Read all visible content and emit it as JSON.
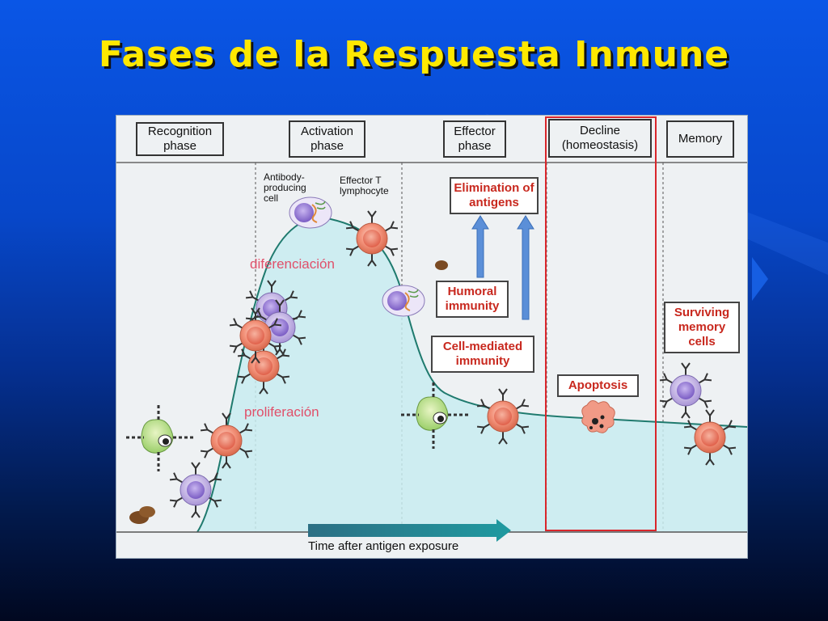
{
  "slide": {
    "title": "Fases de la Respuesta Inmune"
  },
  "phases": {
    "recognition": "Recognition phase",
    "activation": "Activation phase",
    "effector": "Effector phase",
    "decline": "Decline (homeostasis)",
    "memory": "Memory"
  },
  "labels": {
    "antibody_producing": "Antibody-producing cell",
    "effector_t": "Effector T lymphocyte",
    "diferenciacion": "diferenciación",
    "proliferacion": "proliferación",
    "elimination": "Elimination of antigens",
    "humoral": "Humoral immunity",
    "cell_mediated": "Cell-mediated immunity",
    "apoptosis": "Apoptosis",
    "surviving": "Surviving memory cells",
    "x_axis": "Time after antigen exposure"
  },
  "colors": {
    "title": "#ffe800",
    "curve_fill": "#c8ecf0",
    "curve_line": "#1f7a6e",
    "t_cell": "#f08a70",
    "b_cell": "#b9a8e0",
    "arrow_blue": "#5b8fd8",
    "highlight_box": "#d9262b",
    "annotation_text": "#c8281e"
  }
}
